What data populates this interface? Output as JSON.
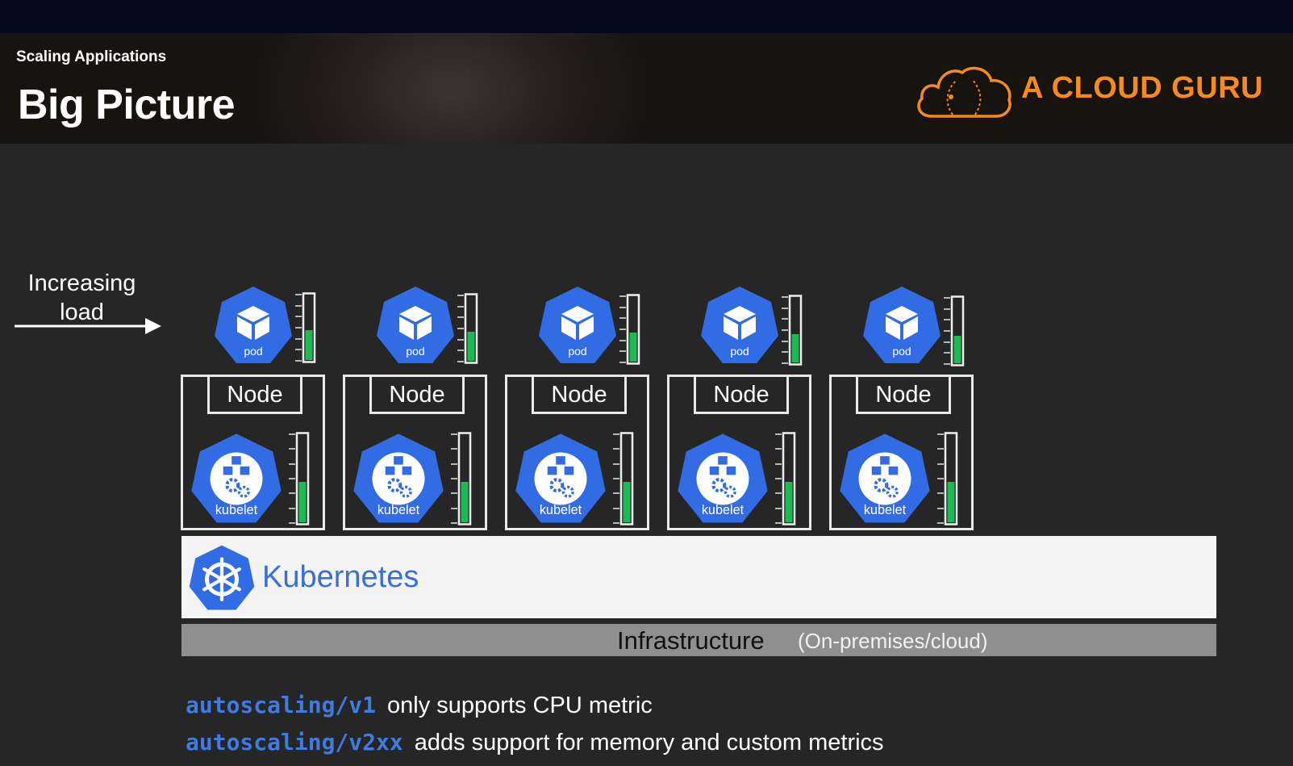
{
  "header": {
    "subtitle": "Scaling Applications",
    "title": "Big Picture",
    "brand": "A CLOUD GURU",
    "logo_icon": "cloud-logo-icon"
  },
  "diagram": {
    "load_label_line1": "Increasing",
    "load_label_line2": "load",
    "pod_label": "pod",
    "node_label": "Node",
    "kubelet_label": "kubelet",
    "node_count": 5,
    "pod_gauge_levels": [
      0.45,
      0.44,
      0.44,
      0.43,
      0.42
    ],
    "node_gauge_levels": [
      0.45,
      0.45,
      0.45,
      0.45,
      0.45
    ],
    "kubernetes_label": "Kubernetes",
    "infrastructure_label": "Infrastructure",
    "infrastructure_sub": "(On-premises/cloud)"
  },
  "notes": [
    {
      "code": "autoscaling/v1",
      "text": "only supports CPU metric"
    },
    {
      "code": "autoscaling/v2xx",
      "text": "adds support for memory and custom metrics"
    }
  ],
  "colors": {
    "kube_blue": "#326ce5",
    "gauge_green": "#1db954",
    "brand_orange": "#f68a1e"
  }
}
